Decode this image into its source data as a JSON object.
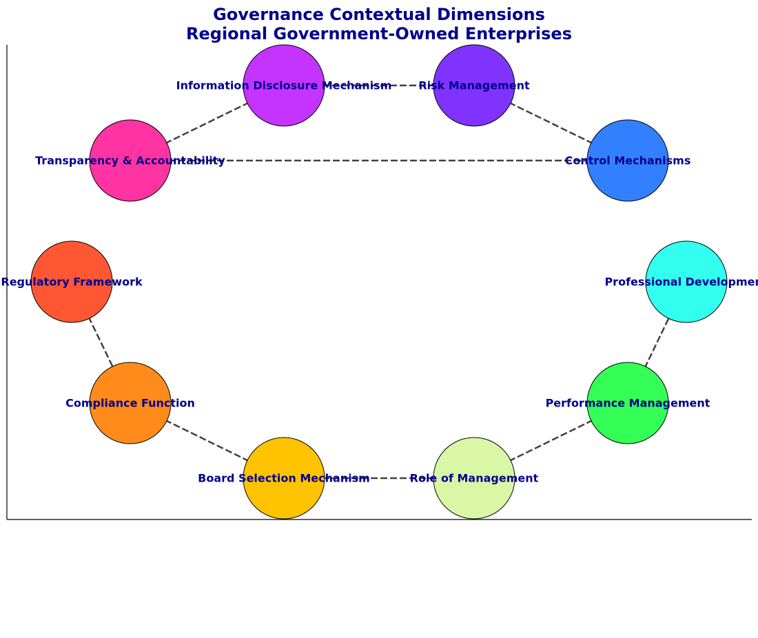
{
  "title": {
    "line1": "Governance Contextual Dimensions",
    "line2": "Regional Government-Owned Enterprises"
  },
  "label_color": "#00008b",
  "edge_color": "#404040",
  "nodes": [
    {
      "id": "regulatory",
      "label": "Regulatory Framework",
      "color": "#ff5733"
    },
    {
      "id": "compliance",
      "label": "Compliance Function",
      "color": "#ff8c1a"
    },
    {
      "id": "board",
      "label": "Board Selection Mechanism",
      "color": "#ffc300"
    },
    {
      "id": "role",
      "label": "Role of Management",
      "color": "#daf7a6"
    },
    {
      "id": "performance",
      "label": "Performance Management",
      "color": "#33ff57"
    },
    {
      "id": "professional",
      "label": "Professional Development",
      "color": "#33fff0"
    },
    {
      "id": "control",
      "label": "Control Mechanisms",
      "color": "#3380ff"
    },
    {
      "id": "risk",
      "label": "Risk Management",
      "color": "#8033ff"
    },
    {
      "id": "disclosure",
      "label": "Information Disclosure Mechanism",
      "color": "#c433ff"
    },
    {
      "id": "transparency",
      "label": "Transparency & Accountability",
      "color": "#ff33a1"
    }
  ],
  "edges": [
    [
      "regulatory",
      "compliance"
    ],
    [
      "compliance",
      "board"
    ],
    [
      "board",
      "role"
    ],
    [
      "role",
      "performance"
    ],
    [
      "performance",
      "professional"
    ],
    [
      "control",
      "risk"
    ],
    [
      "risk",
      "disclosure"
    ],
    [
      "disclosure",
      "transparency"
    ],
    [
      "transparency",
      "control"
    ]
  ]
}
